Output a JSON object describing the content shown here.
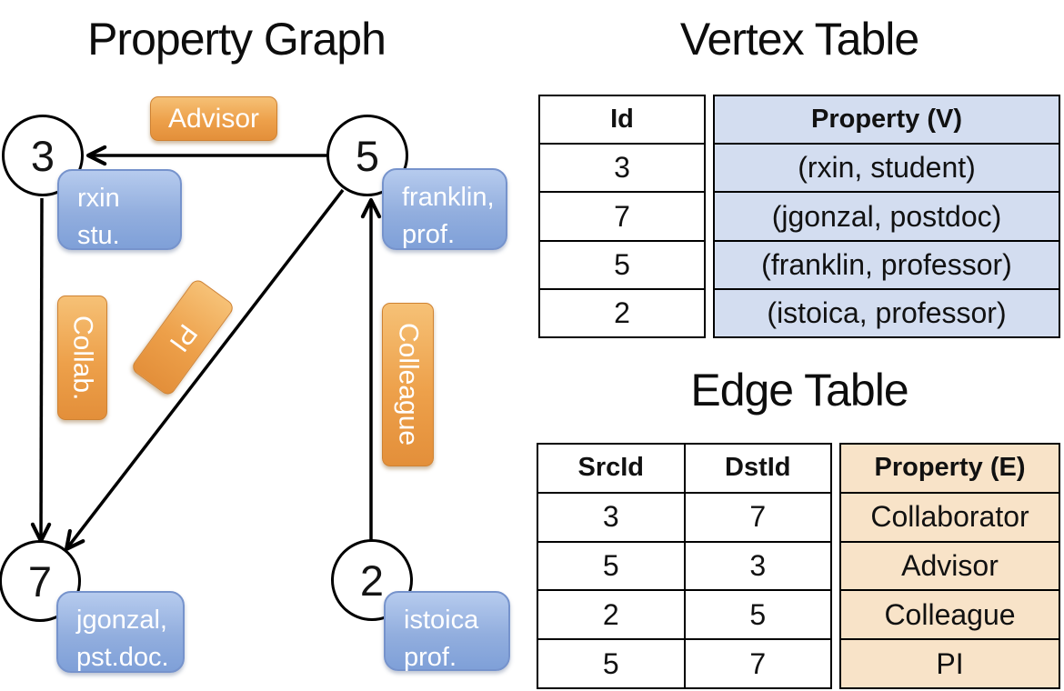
{
  "titles": {
    "property_graph": "Property Graph",
    "vertex_table": "Vertex Table",
    "edge_table": "Edge Table"
  },
  "graph": {
    "vertices": [
      {
        "id": "3",
        "label_lines": [
          "rxin",
          "stu."
        ]
      },
      {
        "id": "5",
        "label_lines": [
          "franklin,",
          "prof."
        ]
      },
      {
        "id": "7",
        "label_lines": [
          "jgonzal,",
          "pst.doc."
        ]
      },
      {
        "id": "2",
        "label_lines": [
          "istoica",
          "prof."
        ]
      }
    ],
    "edge_labels": [
      {
        "text": "Advisor"
      },
      {
        "text": "Collab."
      },
      {
        "text": "PI"
      },
      {
        "text": "Colleague"
      }
    ],
    "edges": [
      {
        "from": "5",
        "to": "3",
        "label": "Advisor"
      },
      {
        "from": "3",
        "to": "7",
        "label": "Collab."
      },
      {
        "from": "5",
        "to": "7",
        "label": "PI"
      },
      {
        "from": "2",
        "to": "5",
        "label": "Colleague"
      }
    ]
  },
  "vertex_table": {
    "headers": [
      "Id",
      "Property (V)"
    ],
    "rows": [
      [
        "3",
        "(rxin, student)"
      ],
      [
        "7",
        "(jgonzal, postdoc)"
      ],
      [
        "5",
        "(franklin, professor)"
      ],
      [
        "2",
        "(istoica, professor)"
      ]
    ]
  },
  "edge_table": {
    "headers": [
      "SrcId",
      "DstId",
      "Property (E)"
    ],
    "rows": [
      [
        "3",
        "7",
        "Collaborator"
      ],
      [
        "5",
        "3",
        "Advisor"
      ],
      [
        "2",
        "5",
        "Colleague"
      ],
      [
        "5",
        "7",
        "PI"
      ]
    ]
  },
  "colors": {
    "edge_label_fill": "#eda04a",
    "vertex_label_fill": "#92aede",
    "vertex_table_fill": "#d3ddf0",
    "edge_table_fill": "#f8e3c8",
    "line_color": "#000000"
  }
}
